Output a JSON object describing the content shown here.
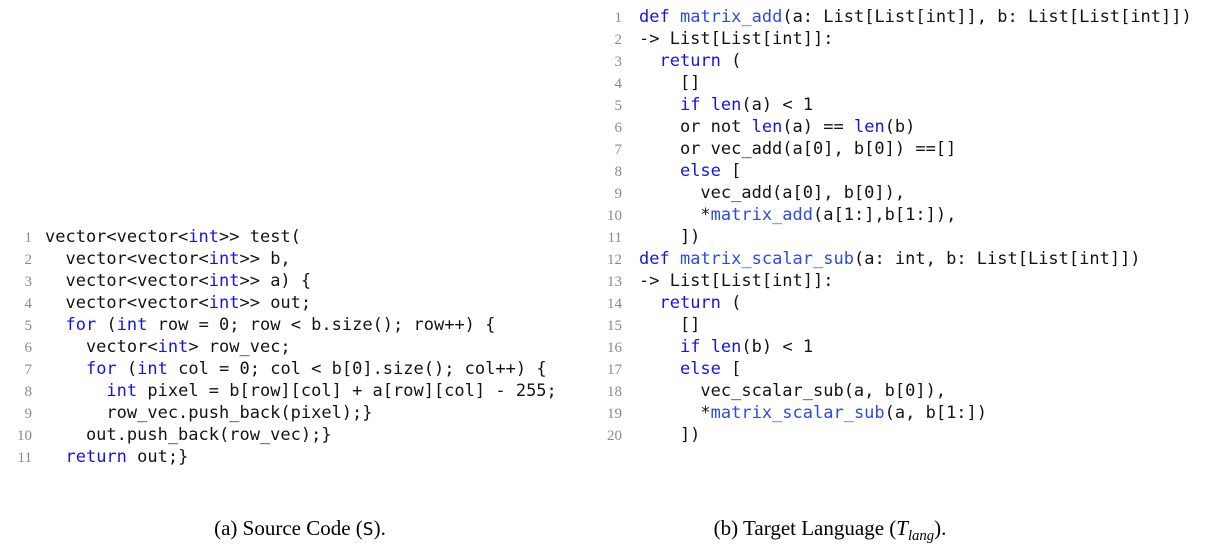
{
  "colors": {
    "keyword": "#1414e6",
    "function_name": "#2c4ce0",
    "plain_text": "#131313",
    "line_number": "#8a8a8a"
  },
  "source_panel": {
    "lines": [
      {
        "n": "1",
        "s": [
          [
            "vector<vector<",
            "p"
          ],
          [
            "int",
            "k"
          ],
          [
            ">> test(",
            "p"
          ]
        ]
      },
      {
        "n": "2",
        "s": [
          [
            "  vector<vector<",
            "p"
          ],
          [
            "int",
            "k"
          ],
          [
            ">> b,",
            "p"
          ]
        ]
      },
      {
        "n": "3",
        "s": [
          [
            "  vector<vector<",
            "p"
          ],
          [
            "int",
            "k"
          ],
          [
            ">> a) {",
            "p"
          ]
        ]
      },
      {
        "n": "4",
        "s": [
          [
            "  vector<vector<",
            "p"
          ],
          [
            "int",
            "k"
          ],
          [
            ">> out;",
            "p"
          ]
        ]
      },
      {
        "n": "5",
        "s": [
          [
            "  ",
            "p"
          ],
          [
            "for",
            "k"
          ],
          [
            " (",
            "p"
          ],
          [
            "int",
            "k"
          ],
          [
            " row = 0; row < b.size(); row++) {",
            "p"
          ]
        ]
      },
      {
        "n": "6",
        "s": [
          [
            "    vector<",
            "p"
          ],
          [
            "int",
            "k"
          ],
          [
            "> row_vec;",
            "p"
          ]
        ]
      },
      {
        "n": "7",
        "s": [
          [
            "    ",
            "p"
          ],
          [
            "for",
            "k"
          ],
          [
            " (",
            "p"
          ],
          [
            "int",
            "k"
          ],
          [
            " col = 0; col < b[0].size(); col++) {",
            "p"
          ]
        ]
      },
      {
        "n": "8",
        "s": [
          [
            "      ",
            "p"
          ],
          [
            "int",
            "k"
          ],
          [
            " pixel = b[row][col] + a[row][col] - 255;",
            "p"
          ]
        ]
      },
      {
        "n": "9",
        "s": [
          [
            "      row_vec.push_back(pixel);}",
            "p"
          ]
        ]
      },
      {
        "n": "10",
        "s": [
          [
            "    out.push_back(row_vec);}",
            "p"
          ]
        ]
      },
      {
        "n": "11",
        "s": [
          [
            "  ",
            "p"
          ],
          [
            "return",
            "k"
          ],
          [
            " out;}",
            "p"
          ]
        ]
      }
    ]
  },
  "target_panel": {
    "lines": [
      {
        "n": "1",
        "s": [
          [
            "def",
            "k"
          ],
          [
            " ",
            "p"
          ],
          [
            "matrix_add",
            "f"
          ],
          [
            "(a: List[List[int]], b: List[List[int]])",
            "p"
          ]
        ]
      },
      {
        "n": "2",
        "s": [
          [
            "-> List[List[int]]:",
            "p"
          ]
        ]
      },
      {
        "n": "3",
        "s": [
          [
            "  ",
            "p"
          ],
          [
            "return",
            "k"
          ],
          [
            " (",
            "p"
          ]
        ]
      },
      {
        "n": "4",
        "s": [
          [
            "    []",
            "p"
          ]
        ]
      },
      {
        "n": "5",
        "s": [
          [
            "    ",
            "p"
          ],
          [
            "if",
            "k"
          ],
          [
            " ",
            "p"
          ],
          [
            "len",
            "k"
          ],
          [
            "(a) < 1",
            "p"
          ]
        ]
      },
      {
        "n": "6",
        "s": [
          [
            "    or not ",
            "p"
          ],
          [
            "len",
            "k"
          ],
          [
            "(a) == ",
            "p"
          ],
          [
            "len",
            "k"
          ],
          [
            "(b)",
            "p"
          ]
        ]
      },
      {
        "n": "7",
        "s": [
          [
            "    or vec_add(a[0], b[0]) ==[]",
            "p"
          ]
        ]
      },
      {
        "n": "8",
        "s": [
          [
            "    ",
            "p"
          ],
          [
            "else",
            "k"
          ],
          [
            " [",
            "p"
          ]
        ]
      },
      {
        "n": "9",
        "s": [
          [
            "      vec_add(a[0], b[0]),",
            "p"
          ]
        ]
      },
      {
        "n": "10",
        "s": [
          [
            "      *",
            "p"
          ],
          [
            "matrix_add",
            "f"
          ],
          [
            "(a[1:],b[1:]),",
            "p"
          ]
        ]
      },
      {
        "n": "11",
        "s": [
          [
            "    ])",
            "p"
          ]
        ]
      },
      {
        "n": "12",
        "s": [
          [
            "def",
            "k"
          ],
          [
            " ",
            "p"
          ],
          [
            "matrix_scalar_sub",
            "f"
          ],
          [
            "(a: int, b: List[List[int]])",
            "p"
          ]
        ]
      },
      {
        "n": "13",
        "s": [
          [
            "-> List[List[int]]:",
            "p"
          ]
        ]
      },
      {
        "n": "14",
        "s": [
          [
            "  ",
            "p"
          ],
          [
            "return",
            "k"
          ],
          [
            " (",
            "p"
          ]
        ]
      },
      {
        "n": "15",
        "s": [
          [
            "    []",
            "p"
          ]
        ]
      },
      {
        "n": "16",
        "s": [
          [
            "    ",
            "p"
          ],
          [
            "if",
            "k"
          ],
          [
            " ",
            "p"
          ],
          [
            "len",
            "k"
          ],
          [
            "(b) < 1",
            "p"
          ]
        ]
      },
      {
        "n": "17",
        "s": [
          [
            "    ",
            "p"
          ],
          [
            "else",
            "k"
          ],
          [
            " [",
            "p"
          ]
        ]
      },
      {
        "n": "18",
        "s": [
          [
            "      vec_scalar_sub(a, b[0]),",
            "p"
          ]
        ]
      },
      {
        "n": "19",
        "s": [
          [
            "      *",
            "p"
          ],
          [
            "matrix_scalar_sub",
            "f"
          ],
          [
            "(a, b[1:])",
            "p"
          ]
        ]
      },
      {
        "n": "20",
        "s": [
          [
            "    ])",
            "p"
          ]
        ]
      }
    ]
  },
  "captions": {
    "a": {
      "prefix": "(a) Source Code (",
      "symbol": "S",
      "suffix": ")."
    },
    "b": {
      "prefix": "(b) Target Language (",
      "symbol_main": "T",
      "symbol_sub": "lang",
      "suffix": ")."
    }
  }
}
